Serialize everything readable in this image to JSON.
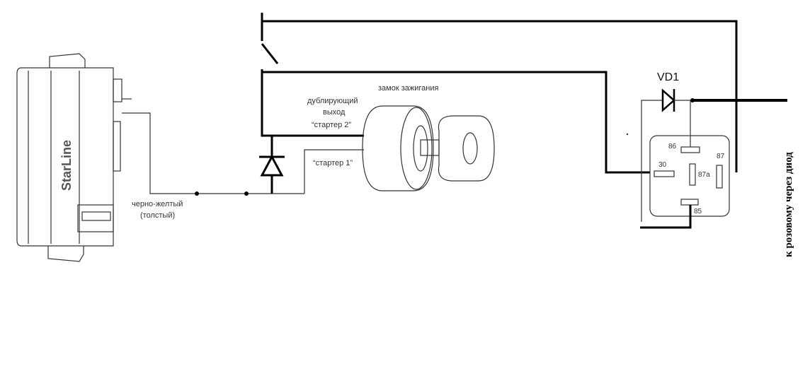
{
  "labels": {
    "brand": "StarLine",
    "wire_black_yellow": "черно-желтый",
    "wire_thick": "(толстый)",
    "ignition_lock": "замок зажигания",
    "dup_output_1": "дублирующий",
    "dup_output_2": "выход",
    "dup_output_3": "“стартер 2”",
    "starter_1": "“стартер 1”",
    "diode": "VD1",
    "pin_86": "86",
    "pin_87": "87",
    "pin_30": "30",
    "pin_87a": "87a",
    "pin_85": "85",
    "side_note": "к розовому через диод"
  }
}
